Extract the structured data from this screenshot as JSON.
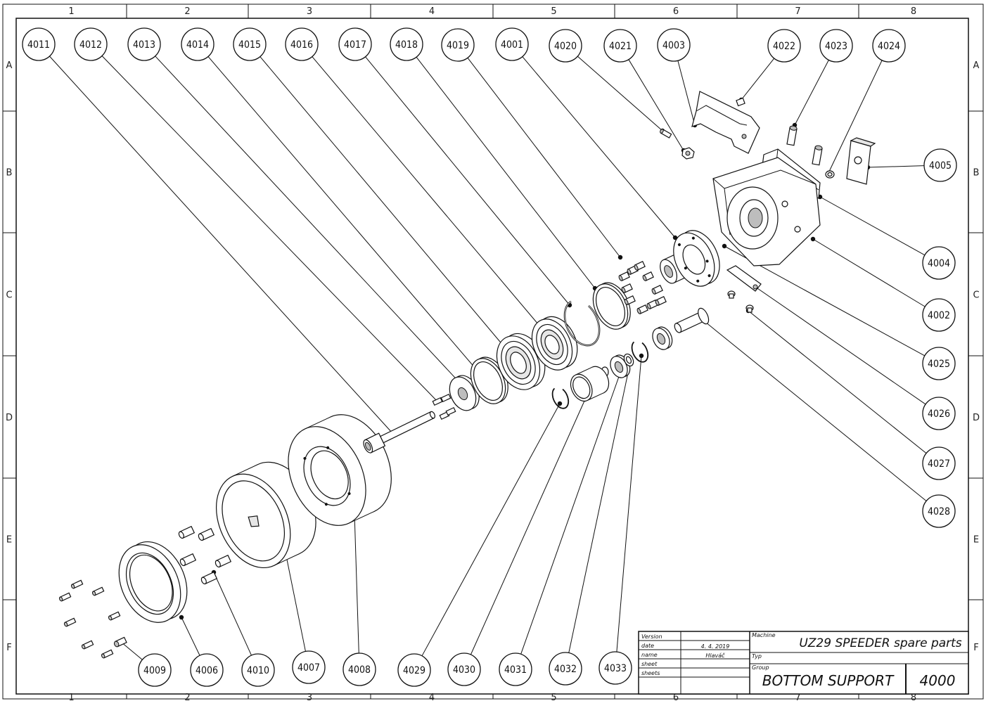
{
  "zones": {
    "columns": [
      "1",
      "2",
      "3",
      "4",
      "5",
      "6",
      "7",
      "8"
    ],
    "rows": [
      "A",
      "B",
      "C",
      "D",
      "E",
      "F"
    ]
  },
  "balloons": [
    {
      "id": "4011",
      "label": "4011"
    },
    {
      "id": "4012",
      "label": "4012"
    },
    {
      "id": "4013",
      "label": "4013"
    },
    {
      "id": "4014",
      "label": "4014"
    },
    {
      "id": "4015",
      "label": "4015"
    },
    {
      "id": "4016",
      "label": "4016"
    },
    {
      "id": "4017",
      "label": "4017"
    },
    {
      "id": "4018",
      "label": "4018"
    },
    {
      "id": "4019",
      "label": "4019"
    },
    {
      "id": "4001",
      "label": "4001"
    },
    {
      "id": "4020",
      "label": "4020"
    },
    {
      "id": "4021",
      "label": "4021"
    },
    {
      "id": "4003",
      "label": "4003"
    },
    {
      "id": "4022",
      "label": "4022"
    },
    {
      "id": "4023",
      "label": "4023"
    },
    {
      "id": "4024",
      "label": "4024"
    },
    {
      "id": "4005",
      "label": "4005"
    },
    {
      "id": "4004",
      "label": "4004"
    },
    {
      "id": "4002",
      "label": "4002"
    },
    {
      "id": "4025",
      "label": "4025"
    },
    {
      "id": "4026",
      "label": "4026"
    },
    {
      "id": "4027",
      "label": "4027"
    },
    {
      "id": "4028",
      "label": "4028"
    },
    {
      "id": "4009",
      "label": "4009"
    },
    {
      "id": "4006",
      "label": "4006"
    },
    {
      "id": "4010",
      "label": "4010"
    },
    {
      "id": "4007",
      "label": "4007"
    },
    {
      "id": "4008",
      "label": "4008"
    },
    {
      "id": "4029",
      "label": "4029"
    },
    {
      "id": "4030",
      "label": "4030"
    },
    {
      "id": "4031",
      "label": "4031"
    },
    {
      "id": "4032",
      "label": "4032"
    },
    {
      "id": "4033",
      "label": "4033"
    }
  ],
  "title_block": {
    "labels": {
      "version": "Version",
      "date": "date",
      "name": "name",
      "sheet": "sheet",
      "sheets": "sheets",
      "machine": "Machine",
      "type": "Typ",
      "group": "Group"
    },
    "date_value": "4. 4. 2019",
    "name_value": "Hlaváč",
    "machine_value": "UZ29 SPEEDER spare parts",
    "group_value": "BOTTOM SUPPORT",
    "number_value": "4000"
  }
}
